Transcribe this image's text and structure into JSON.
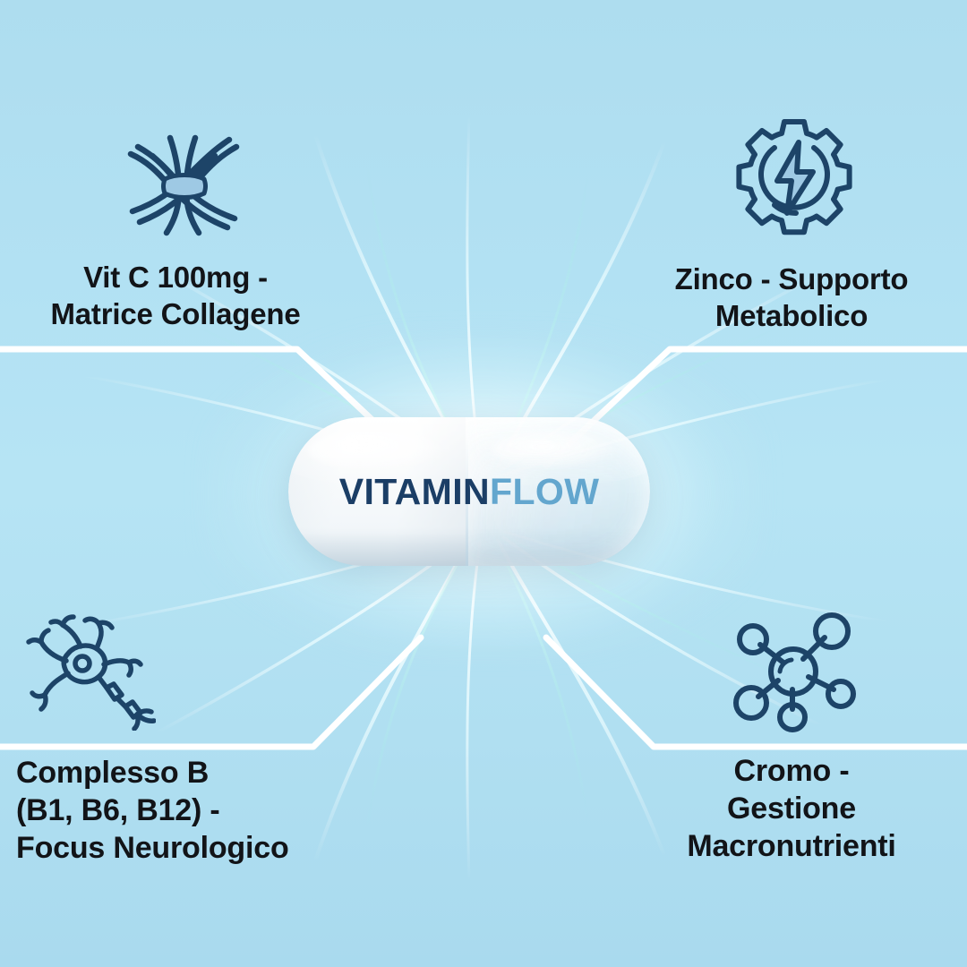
{
  "brand": {
    "name_part_1": "VITAMIN",
    "name_part_2": "FLOW",
    "color_part_1": "#1b3e66",
    "color_part_2": "#63a6ce"
  },
  "theme": {
    "background_color": "#ade1f2",
    "icon_color": "#1d4468",
    "icon_accent_color": "#9ec9e4",
    "divider_color": "#ffffff",
    "text_color": "#121418"
  },
  "features": [
    {
      "id": "vitamin-c",
      "position": "top-left",
      "icon": "muscle-fiber-icon",
      "label": "Vit C 100mg -\nMatrice Collagene"
    },
    {
      "id": "zinc",
      "position": "top-right",
      "icon": "gear-lightning-icon",
      "label": "Zinco - Supporto\nMetabolico"
    },
    {
      "id": "b-complex",
      "position": "bottom-left",
      "icon": "neuron-icon",
      "label": "Complesso B\n(B1, B6, B12) -\nFocus Neurologico"
    },
    {
      "id": "chromium",
      "position": "bottom-right",
      "icon": "molecule-icon",
      "label": "Cromo -\nGestione\nMacronutrienti"
    }
  ]
}
